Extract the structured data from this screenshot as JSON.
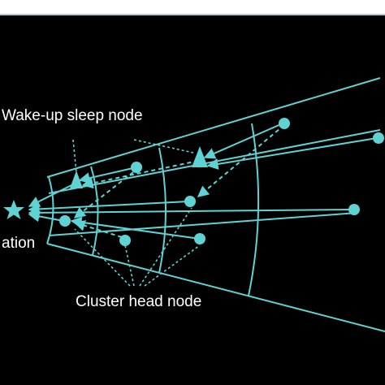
{
  "diagram": {
    "colors": {
      "background": "#000000",
      "stroke": "#5fd3d3",
      "label": "#ffffff",
      "frame_rule": "#b9c9dc"
    },
    "labels": {
      "wake_up_sleep_node": "Wake-up sleep node",
      "base_station": "ation",
      "cluster_head_node": "Cluster head node"
    },
    "icons": {
      "base_station": "star-icon",
      "sleep_node": "triangle-icon",
      "sensor_node": "circle-icon"
    }
  }
}
